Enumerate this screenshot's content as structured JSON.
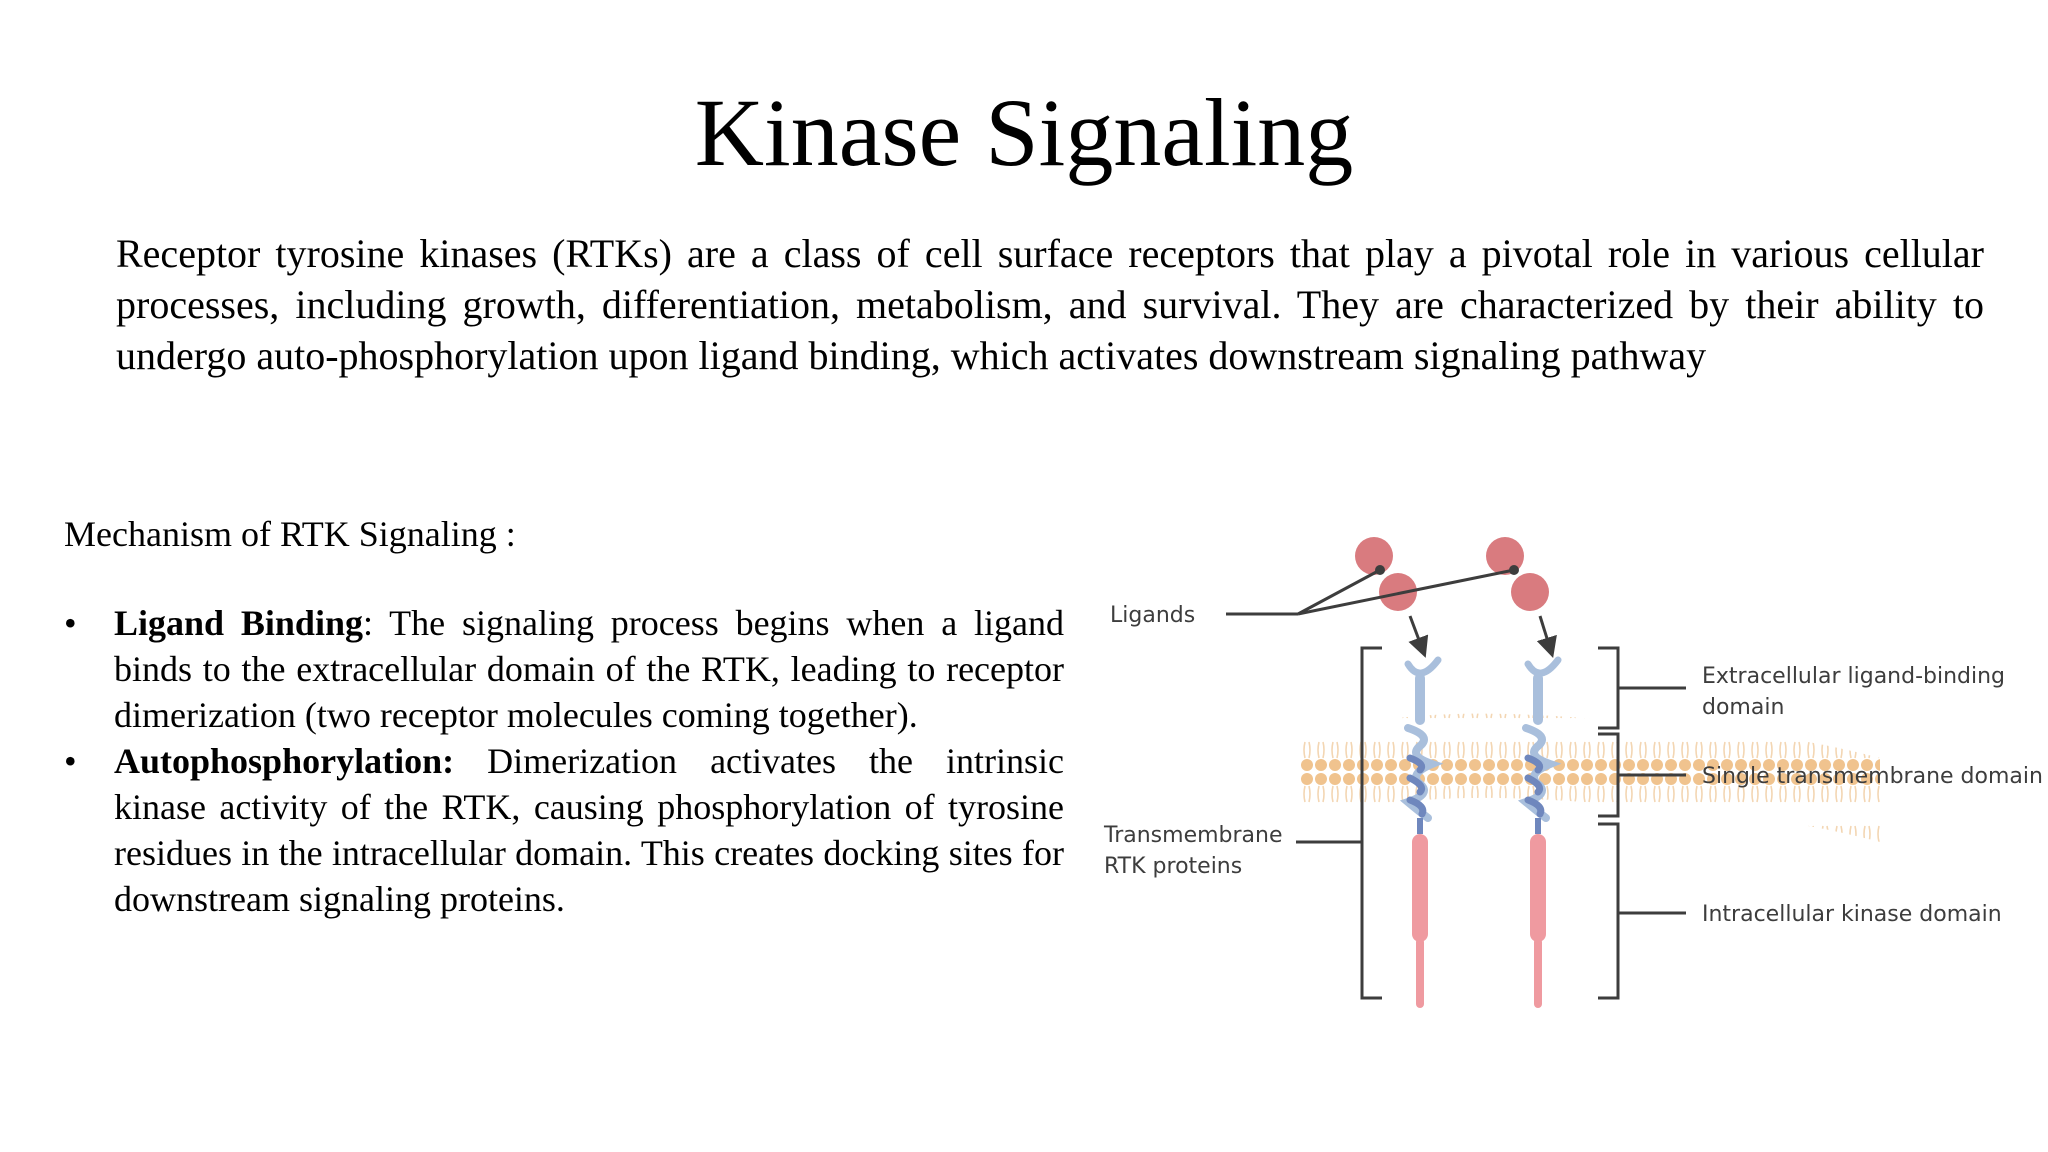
{
  "slide": {
    "title": "Kinase Signaling",
    "intro": "Receptor tyrosine kinases (RTKs) are a class of cell surface receptors that play a pivotal role in various cellular processes, including growth, differentiation, metabolism, and survival. They are characterized by their ability to undergo auto-phosphorylation upon ligand binding, which activates downstream signaling pathway",
    "mechanism_heading": "Mechanism of RTK Signaling :",
    "bullets": [
      {
        "symbol": "•",
        "title": "Ligand Binding",
        "text": ": The signaling process begins when a ligand binds to the extracellular domain of the RTK, leading to receptor dimerization (two receptor molecules coming together)."
      },
      {
        "symbol": "•",
        "title": "Autophosphorylation:",
        "text": " Dimerization activates the intrinsic kinase activity of the RTK, causing phosphorylation of tyrosine residues in the intracellular domain. This creates docking sites for downstream signaling proteins."
      }
    ]
  },
  "diagram": {
    "labels": {
      "ligands": "Ligands",
      "transmembrane_line1": "Transmembrane",
      "transmembrane_line2": "RTK proteins",
      "extracellular_line1": "Extracellular ligand-binding",
      "extracellular_line2": "domain",
      "single_transmembrane": "Single transmembrane domain",
      "intracellular": "Intracellular kinase domain"
    },
    "colors": {
      "ligand": "#d97b7f",
      "receptor_extracellular": "#a9bfdc",
      "receptor_helix_dark": "#6f87bd",
      "kinase": "#ef9aa0",
      "lipid_head": "#f0c38e",
      "lipid_tail": "#f3d6b3",
      "line": "#3d3d3d"
    }
  }
}
